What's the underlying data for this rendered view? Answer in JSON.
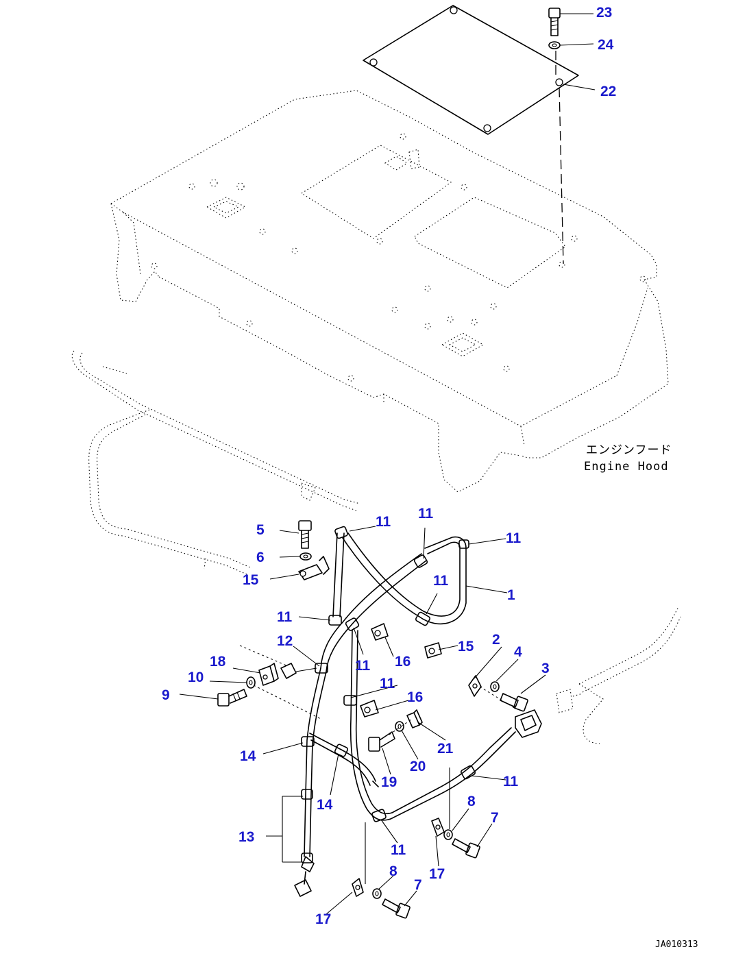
{
  "hood_label": {
    "jp": "エンジンフード",
    "en": "Engine Hood"
  },
  "drawing_code": "JA010313",
  "callouts": [
    "23",
    "24",
    "22",
    "5",
    "6",
    "15",
    "11",
    "11",
    "11",
    "11",
    "1",
    "11",
    "11",
    "12",
    "16",
    "18",
    "10",
    "9",
    "11",
    "16",
    "2",
    "4",
    "3",
    "21",
    "20",
    "19",
    "14",
    "14",
    "13",
    "11",
    "8",
    "7",
    "17",
    "8",
    "7",
    "17",
    "11",
    "15"
  ]
}
